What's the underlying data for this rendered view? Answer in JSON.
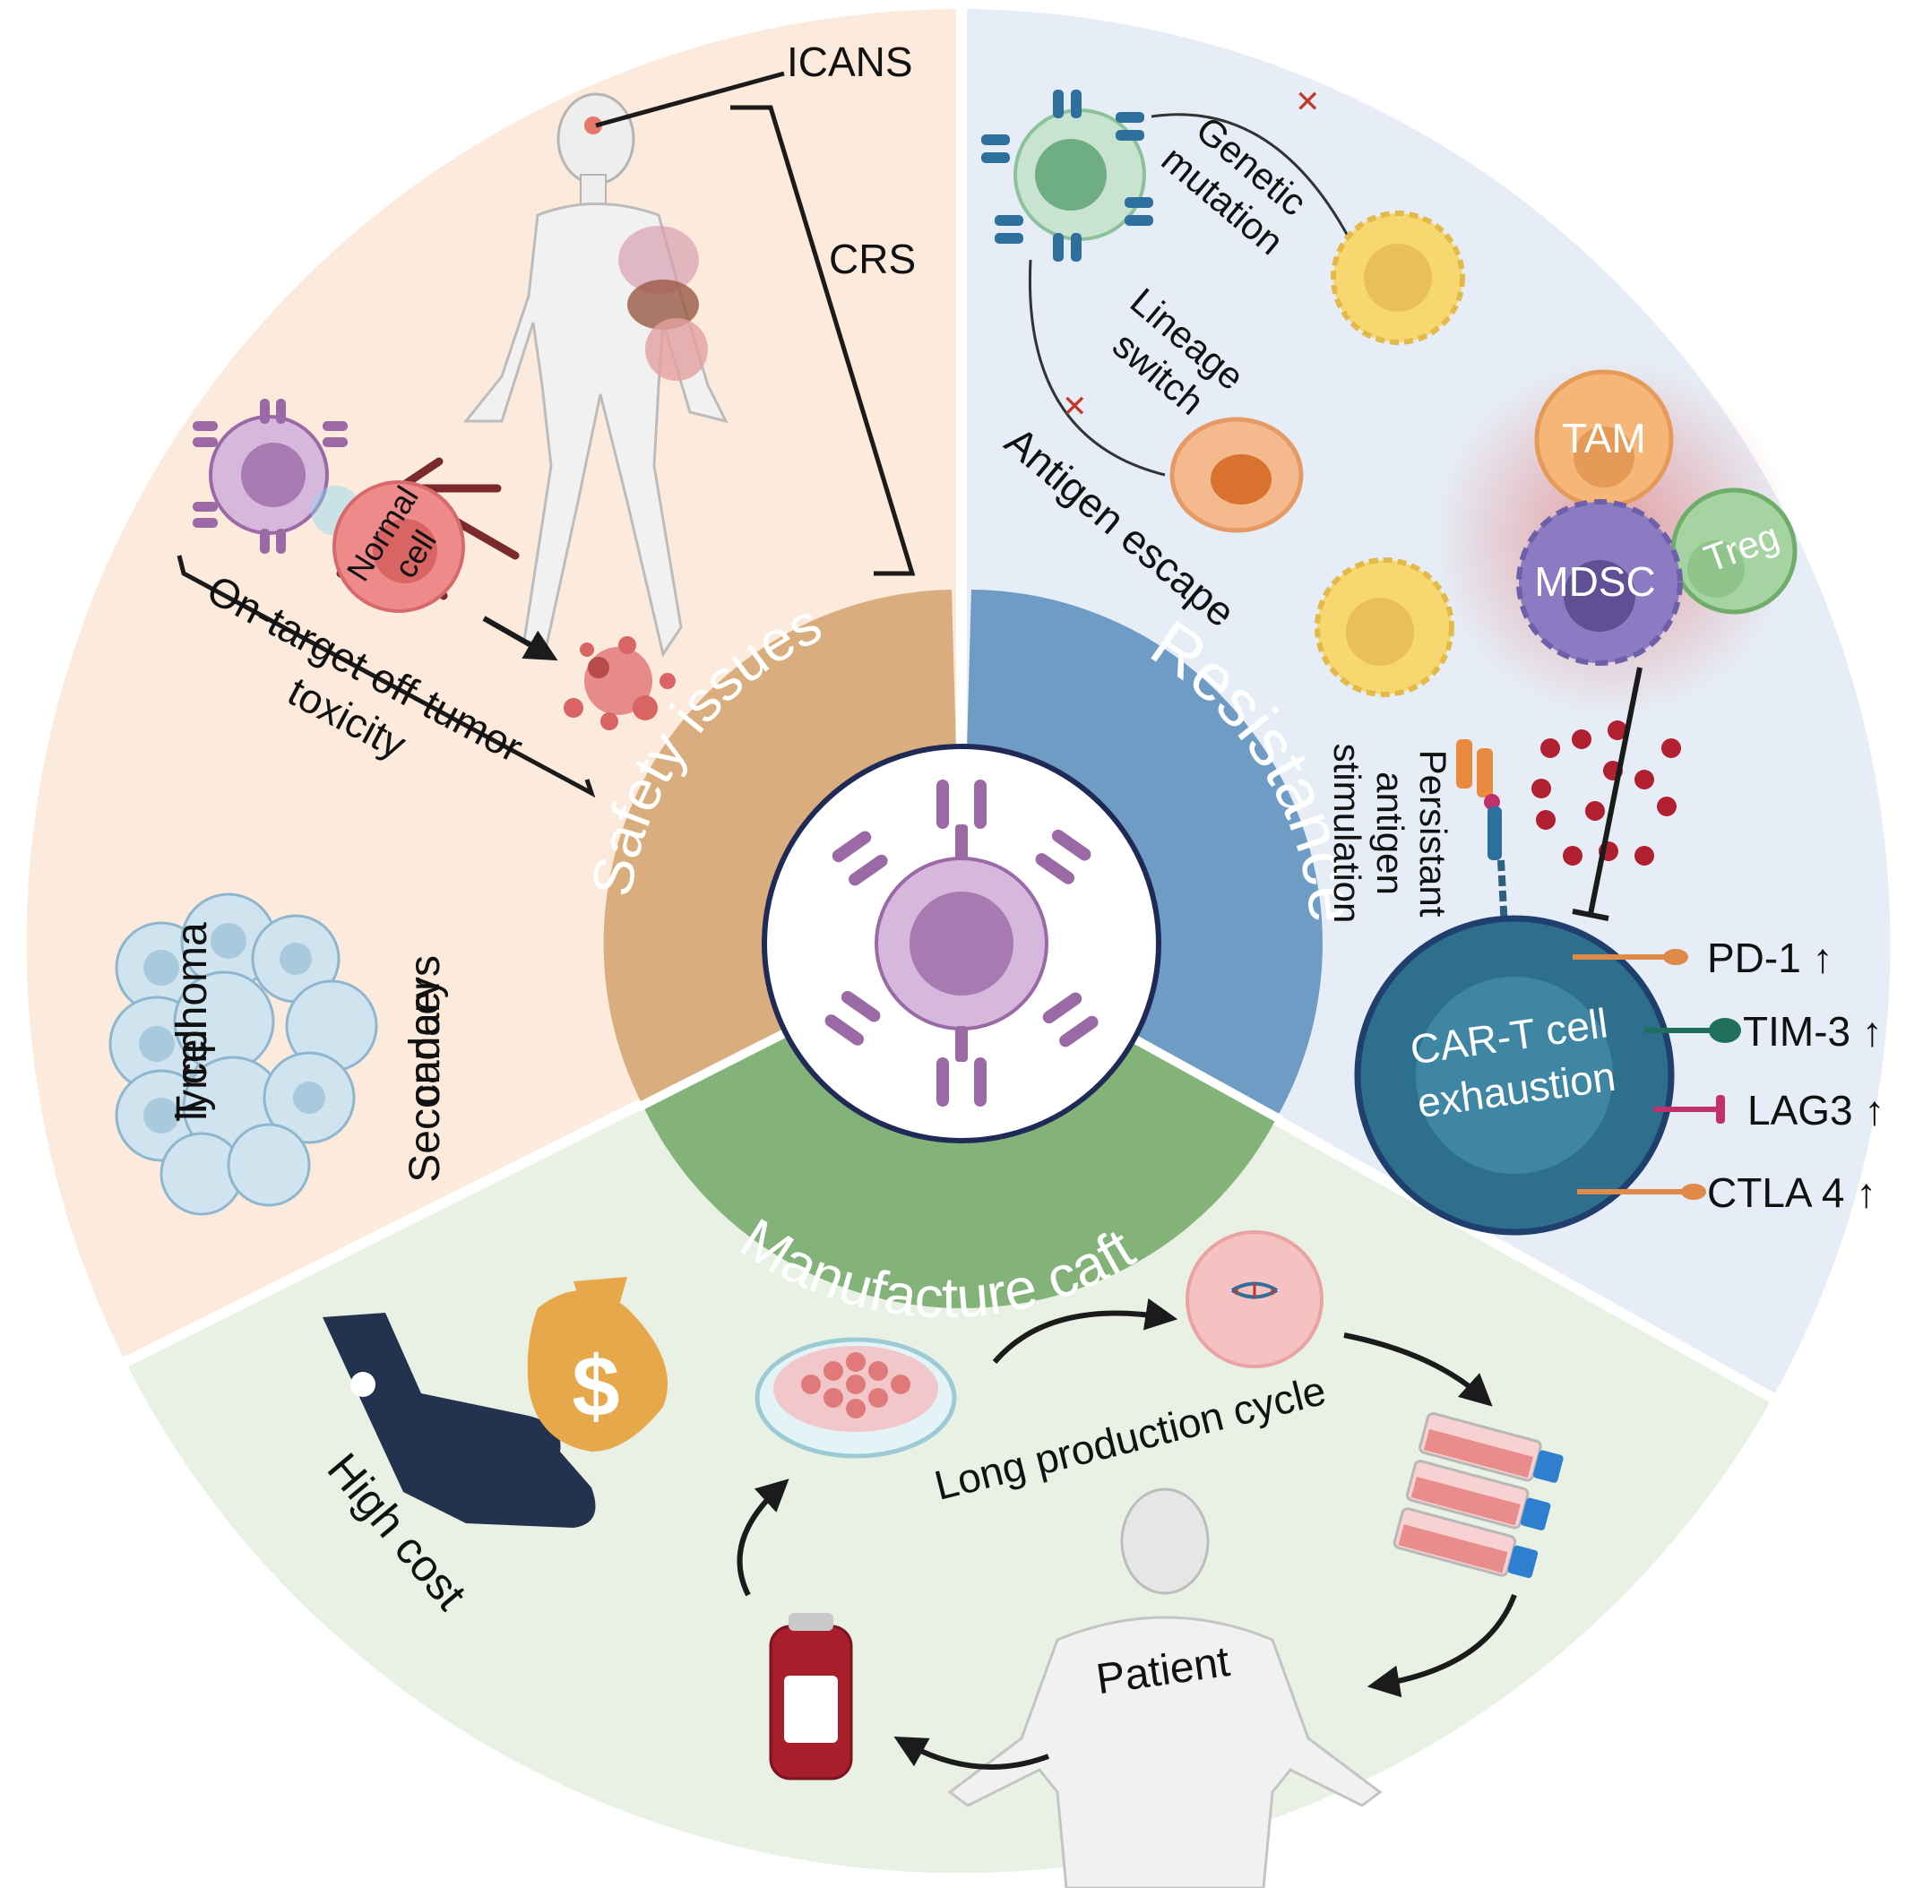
{
  "sectors": {
    "safety": "Safety issues",
    "resistance": "Resistance",
    "manufacture": "Manufacture caft"
  },
  "safety": {
    "icans": "ICANS",
    "crs": "CRS",
    "normal_cell_1": "Normal",
    "normal_cell_2": "cell",
    "ontarget_1": "On-target off-tumor",
    "ontarget_2": "toxicity",
    "tcell_1": "T cell",
    "tcell_2": "lymphoma",
    "secondary_1": "Secondary",
    "secondary_2": "cancers"
  },
  "resistance": {
    "genetic_1": "Genetic",
    "genetic_2": "mutation",
    "lineage_1": "Lineage",
    "lineage_2": "switch",
    "antigen_escape": "Antigen escape",
    "tam": "TAM",
    "mdsc": "MDSC",
    "treg": "Treg",
    "persistant_1": "Persistant",
    "persistant_2": "antigen",
    "persistant_3": "stimulation",
    "exhaustion_1": "CAR-T cell",
    "exhaustion_2": "exhaustion",
    "markers": [
      "PD-1 ↑",
      "TIM-3 ↑",
      "LAG3 ↑",
      "CTLA 4 ↑"
    ]
  },
  "manufacture": {
    "high_cost": "High cost",
    "long_cycle": "Long production cycle",
    "patient": "Patient",
    "dollar": "$"
  },
  "colors": {
    "safety_bg": "#fcebdc",
    "resistance_bg": "#e6edf6",
    "manufacture_bg": "#e9f1e4",
    "safety_ring": "#d9ad7d",
    "resistance_ring": "#6e9cc5",
    "manufacture_ring": "#84b37a",
    "cart_purple": "#9b6aa6",
    "exhaustion_cell": "#2f6f8e"
  }
}
